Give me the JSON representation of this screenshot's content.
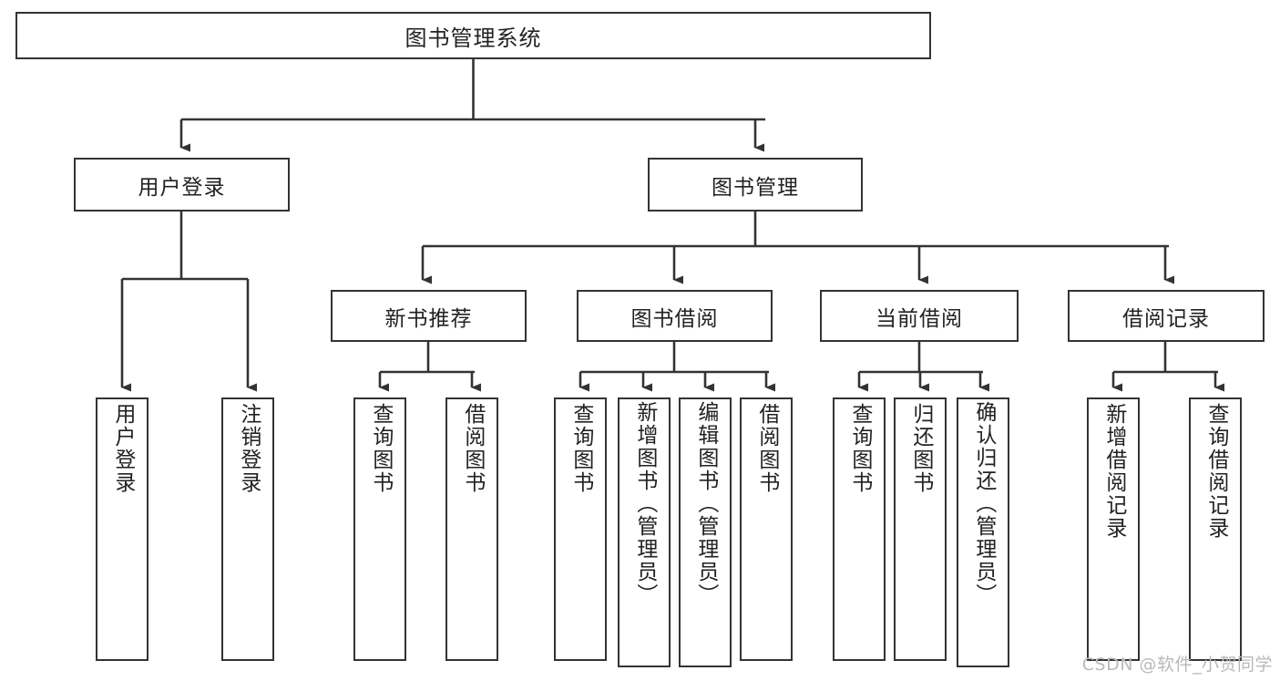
{
  "diagram": {
    "title": "图书管理系统",
    "type": "tree-hierarchy-chart",
    "colors": {
      "box_border": "#333333",
      "box_fill": "#ffffff",
      "connector": "#333333",
      "text": "#222222",
      "watermark": "#b9b9b9",
      "background": "#ffffff"
    },
    "watermark": "CSDN @软件_小贺同学"
  },
  "nodes": {
    "root": {
      "label": "图书管理系统"
    },
    "level2": [
      {
        "label": "用户登录"
      },
      {
        "label": "图书管理"
      }
    ],
    "level3": [
      {
        "label": "新书推荐"
      },
      {
        "label": "图书借阅"
      },
      {
        "label": "当前借阅"
      },
      {
        "label": "借阅记录"
      }
    ],
    "leaves": {
      "user_login": [
        {
          "label": "用户登录"
        },
        {
          "label": "注销登录"
        }
      ],
      "new_book_recommend": [
        {
          "label": "查询图书"
        },
        {
          "label": "借阅图书"
        }
      ],
      "book_borrow": [
        {
          "label": "查询图书"
        },
        {
          "label": "新增图书（管理员）"
        },
        {
          "label": "编辑图书（管理员）"
        },
        {
          "label": "借阅图书"
        }
      ],
      "current_borrow": [
        {
          "label": "查询图书"
        },
        {
          "label": "归还图书"
        },
        {
          "label": "确认归还（管理员）"
        }
      ],
      "borrow_record": [
        {
          "label": "新增借阅记录"
        },
        {
          "label": "查询借阅记录"
        }
      ]
    }
  }
}
